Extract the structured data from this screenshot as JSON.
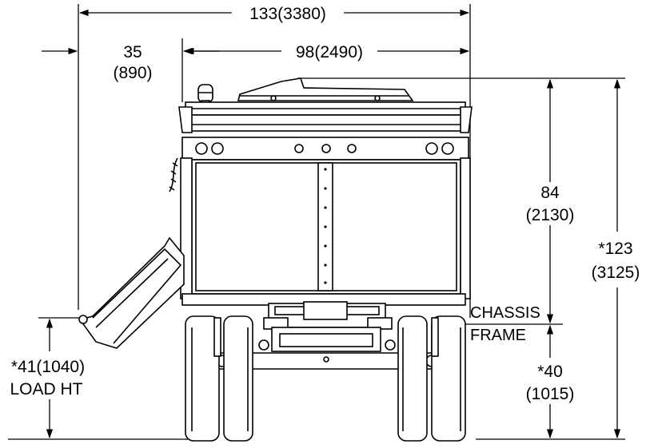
{
  "dimensions": {
    "overall_width": "133(3380)",
    "side_offset_in": "35",
    "side_offset_mm": "(890)",
    "body_width": "98(2490)",
    "body_height_in": "84",
    "body_height_mm": "(2130)",
    "overall_height_in": "*123",
    "overall_height_mm": "(3125)",
    "load_height_line1": "*41(1040)",
    "load_height_line2": "LOAD HT",
    "frame_height_in": "*40",
    "frame_height_mm": "(1015)"
  },
  "labels": {
    "chassis_line1": "CHASSIS",
    "chassis_line2": "FRAME"
  }
}
